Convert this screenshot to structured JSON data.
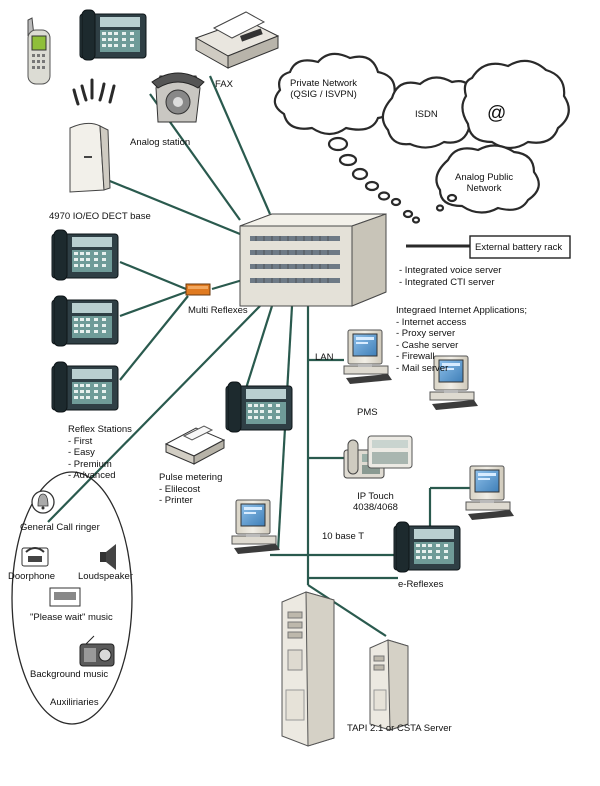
{
  "labels": {
    "fax": "FAX",
    "analog_station": "Analog station",
    "dect_base": "4970 IO/EO DECT base",
    "multi_reflexes": "Multi Reflexes",
    "lan": "LAN",
    "pms": "PMS",
    "ip_touch": [
      "IP Touch",
      "4038/4068"
    ],
    "ten_base_t": "10 base T",
    "e_reflexes": "e-Reflexes",
    "tapi_server": "TAPI 2.1 or CSTA Server",
    "external_battery": "External battery rack"
  },
  "clouds": {
    "private_network": [
      "Private Network",
      "(QSIG / ISVPN)"
    ],
    "isdn": "ISDN",
    "internet": "@",
    "analog_public": [
      "Analog Public",
      "Network"
    ]
  },
  "server_features": [
    "- Integrated voice server",
    "- Integrated CTI server"
  ],
  "internet_apps": {
    "title": "Integraed Internet Applications;",
    "items": [
      "- Internet access",
      "- Proxy server",
      "- Cashe server",
      "- Firewall",
      "- Mail server"
    ]
  },
  "reflex_stations": {
    "title": "Reflex Stations",
    "items": [
      "- First",
      "- Easy",
      "- Premium",
      "- Advanced"
    ]
  },
  "pulse_metering": {
    "title": "Pulse metering",
    "items": [
      "- Elilecost",
      "- Printer"
    ]
  },
  "auxiliaries": {
    "general_call_ringer": "General Call ringer",
    "doorphone": "Doorphone",
    "loudspeaker": "Loudspeaker",
    "please_wait_music": "\"Please wait\" music",
    "background_music": "Background music",
    "title": "Auxiliriaries"
  },
  "colors": {
    "line": "#2a5a4e",
    "screen": "#6a9fd0",
    "device": "#e9e6dd",
    "adapter": "#e07a20"
  }
}
